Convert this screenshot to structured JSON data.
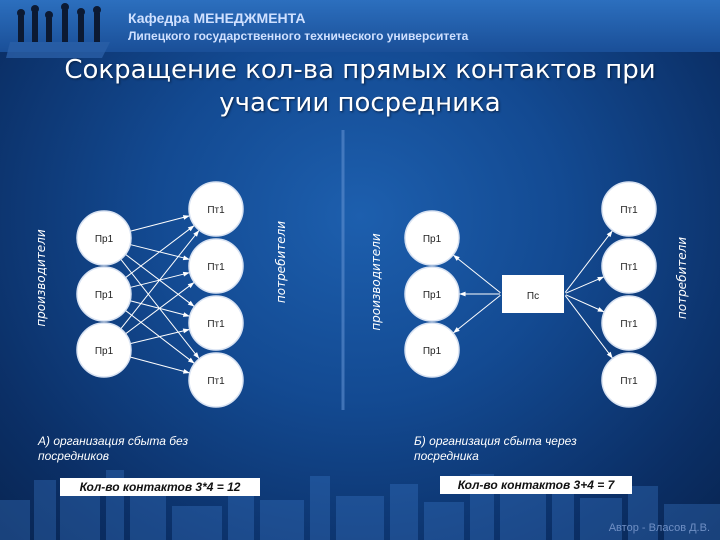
{
  "header": {
    "line1": "Кафедра МЕНЕДЖМЕНТА",
    "line2": "Липецкого государственного технического университета"
  },
  "title": {
    "line1": "Сокращение кол-ва прямых контактов при",
    "line2": "участии посредника"
  },
  "left_diagram": {
    "producers_label": "производители",
    "consumers_label": "потребители",
    "producers": [
      "Пр1",
      "Пр1",
      "Пр1"
    ],
    "consumers": [
      "Пт1",
      "Пт1",
      "Пт1",
      "Пт1"
    ],
    "caption": "А) организация сбыта без посредников",
    "count": "Кол-во контактов 3*4 = 12"
  },
  "right_diagram": {
    "producers_label": "производители",
    "consumers_label": "потребители",
    "producers": [
      "Пр1",
      "Пр1",
      "Пр1"
    ],
    "consumers": [
      "Пт1",
      "Пт1",
      "Пт1",
      "Пт1"
    ],
    "intermediary": "Пс",
    "caption": "Б) организация сбыта через посредника",
    "count": "Кол-во контактов 3+4 = 7"
  },
  "footer": {
    "author": "Автор - Власов Д.В."
  },
  "colors": {
    "accent": "#1d5fae",
    "node_fill": "#ffffff",
    "edge": "#ffffff"
  }
}
